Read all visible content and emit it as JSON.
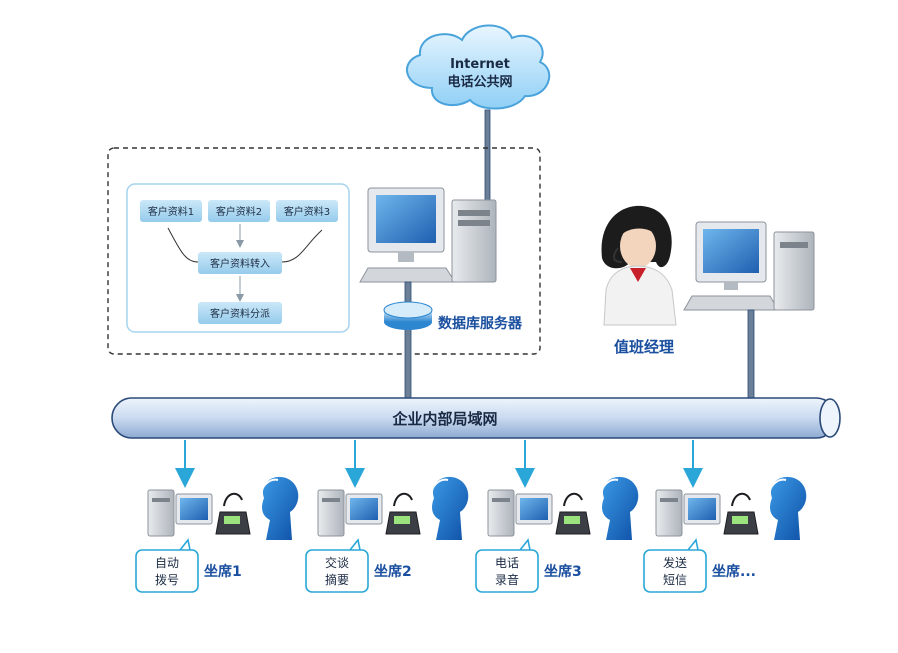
{
  "internet": {
    "line1": "Internet",
    "line2": "电话公共网"
  },
  "customer_flow": {
    "sources": [
      "客户资料1",
      "客户资料2",
      "客户资料3"
    ],
    "import": "客户资料转入",
    "distribute": "客户资料分派"
  },
  "db_server": {
    "label": "数据库服务器"
  },
  "manager": {
    "label": "值班经理"
  },
  "lan": {
    "label": "企业内部局域网"
  },
  "seats": [
    {
      "bubble_line1": "自动",
      "bubble_line2": "拨号",
      "label": "坐席1"
    },
    {
      "bubble_line1": "交谈",
      "bubble_line2": "摘要",
      "label": "坐席2"
    },
    {
      "bubble_line1": "电话",
      "bubble_line2": "录音",
      "label": "坐席3"
    },
    {
      "bubble_line1": "发送",
      "bubble_line2": "短信",
      "label": "坐席..."
    }
  ],
  "colors": {
    "pipe": "#c9daf0",
    "pipe_stroke": "#2b4a78",
    "arrow": "#2aa7d8",
    "label_blue": "#1b4fa0",
    "box_fill": "#a9d6f0",
    "headset_blue": "#1e73c8"
  }
}
